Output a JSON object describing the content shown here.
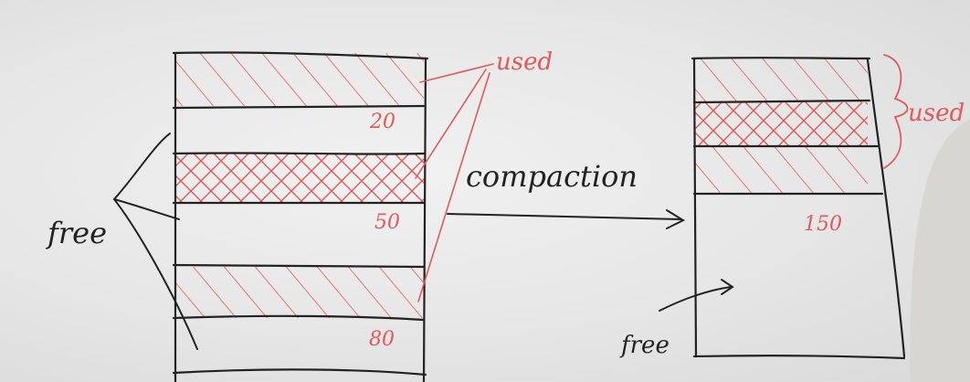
{
  "labels": {
    "used_top": "used",
    "used_right": "used",
    "free_left": "free",
    "free_right": "free",
    "compaction": "compaction"
  },
  "sizes": {
    "left_free_1": "20",
    "left_free_2": "50",
    "left_free_3": "80",
    "right_free": "150"
  },
  "colors": {
    "ink": "#222222",
    "marker_red": "#e05a5a",
    "board": "#eaeaea"
  }
}
